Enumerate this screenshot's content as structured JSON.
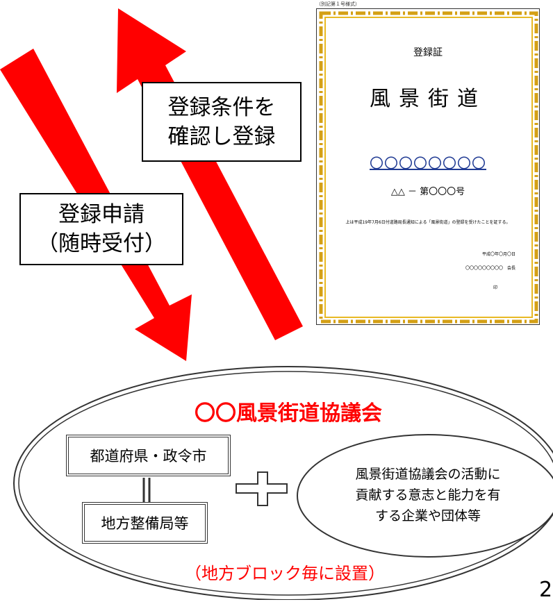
{
  "diagram": {
    "registration_confirm": [
      "登録条件を",
      "確認し登録"
    ],
    "registration_apply": [
      "登録申請",
      "（随時受付）"
    ],
    "certificate": {
      "form_caption": "（別記第１号様式）",
      "heading": "登録証",
      "title": "風景街道",
      "name_placeholder": "〇〇〇〇〇〇〇〇",
      "number": "△△ － 第〇〇〇号",
      "body_text": "上は平成19年7月6日付道路局長通知による「風景街道」の登録を受けたことを証する。",
      "date": "平成〇年〇月〇日",
      "issuer": "〇〇〇〇〇〇〇〇〇　会長",
      "seal": "印"
    },
    "council": {
      "title": "〇〇風景街道協議会",
      "member1": "都道府県・政令市",
      "member2": "地方整備局等",
      "partners": [
        "風景街道協議会の活動に",
        "貢献する意志と能力を有",
        "する企業や団体等"
      ],
      "note": "（地方ブロック毎に設置）"
    },
    "page_number": "2",
    "colors": {
      "arrow": "#ff0000",
      "title_red": "#ff0000",
      "gold": "#d4a016"
    }
  }
}
